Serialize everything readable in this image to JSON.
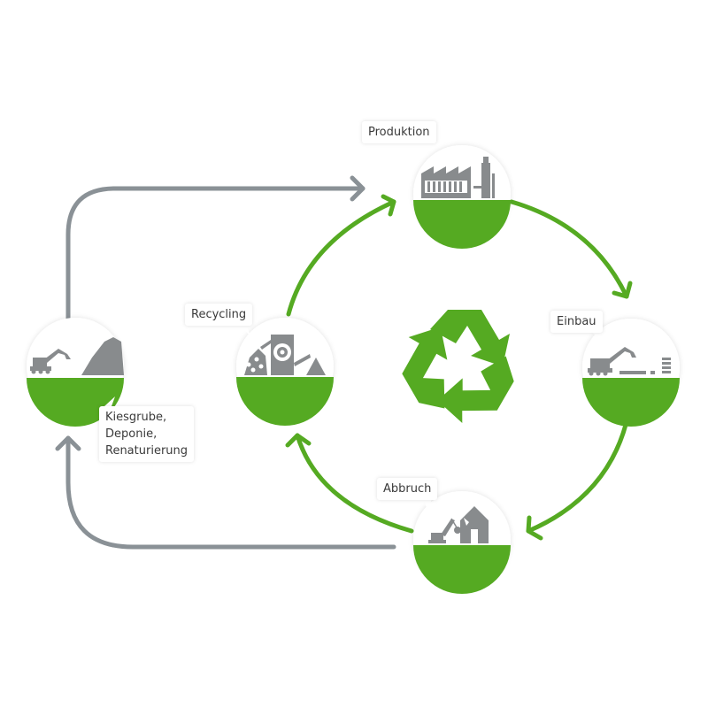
{
  "stations": {
    "produktion": {
      "label": "Produktion"
    },
    "einbau": {
      "label": "Einbau"
    },
    "abbruch": {
      "label": "Abbruch"
    },
    "recycling": {
      "label": "Recycling"
    },
    "kiesgrube": {
      "label": "Kiesgrube,\nDeponie,\nRenaturierung"
    }
  },
  "colors": {
    "green": "#55aa22",
    "gray": "#8a9196",
    "icon_gray": "#888b8d",
    "background": "#ffffff"
  },
  "icons": {
    "center": "recycle-symbol-icon",
    "produktion": "factory-icon",
    "einbau": "excavator-icon",
    "abbruch": "demolition-icon",
    "recycling": "crusher-icon",
    "kiesgrube": "gravel-pit-icon"
  }
}
